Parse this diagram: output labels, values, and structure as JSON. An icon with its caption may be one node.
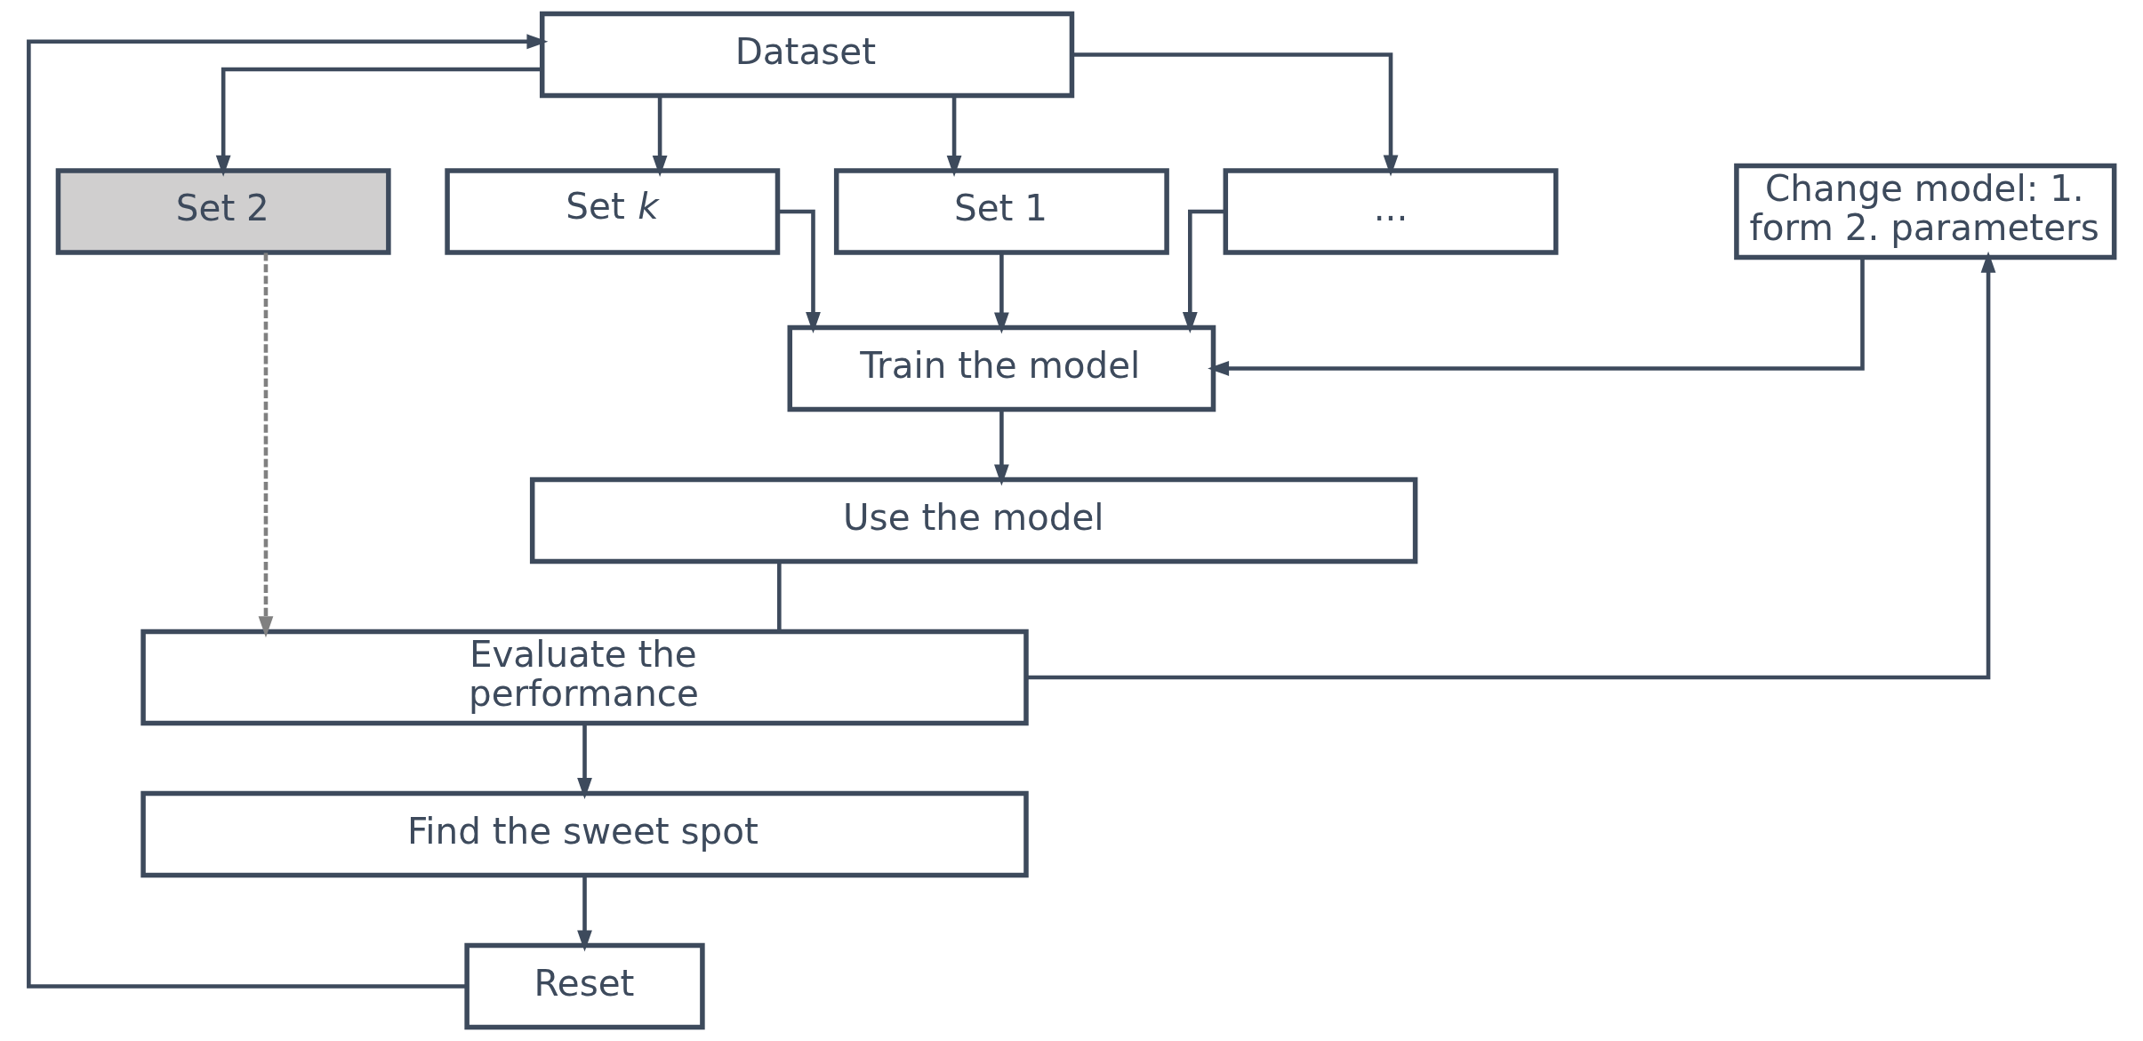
{
  "diagram": {
    "nodes": [
      {
        "text": [
          "Dataset"
        ]
      },
      {
        "text": [
          "Set 1"
        ]
      },
      {
        "text": [
          "Set 2"
        ]
      },
      {
        "text": [
          "..."
        ]
      },
      {
        "text": [
          "Set *k*"
        ]
      },
      {
        "text": [
          "Train the model"
        ]
      },
      {
        "text": [
          "Change model: 1. form 2. parameters"
        ]
      },
      {
        "text": [
          "Use the model"
        ]
      },
      {
        "text": [
          "Evaluate the performance"
        ]
      },
      {
        "text": [
          "Find the sweet spot"
        ]
      },
      {
        "text": [
          "Reset"
        ]
      }
    ],
    "edges": [
      {
        "from": 0,
        "to": 1,
        "arrow": "to"
      },
      {
        "from": 0,
        "to": 2,
        "arrow": "to"
      },
      {
        "from": 0,
        "to": 3,
        "arrow": "to"
      },
      {
        "from": 0,
        "to": 4,
        "arrow": "to"
      },
      {
        "from": 1,
        "to": 5,
        "arrow": "to"
      },
      {
        "from": 3,
        "to": 5,
        "arrow": "to"
      },
      {
        "from": 4,
        "to": 5,
        "arrow": "to"
      },
      {
        "from": 6,
        "to": 5,
        "arrow": "to"
      },
      {
        "from": 5,
        "to": 7,
        "arrow": "to"
      },
      {
        "from": 2,
        "to": 8,
        "arrow": "to",
        "style": "dashed",
        "color": "#808080"
      },
      {
        "from": 7,
        "to": 8,
        "arrow": "none"
      },
      {
        "from": 8,
        "to": 6,
        "arrow": "to"
      },
      {
        "from": 8,
        "to": 9,
        "arrow": "to"
      },
      {
        "from": 9,
        "to": 10,
        "arrow": "to"
      },
      {
        "from": 10,
        "to": 0,
        "arrow": "to"
      }
    ]
  }
}
